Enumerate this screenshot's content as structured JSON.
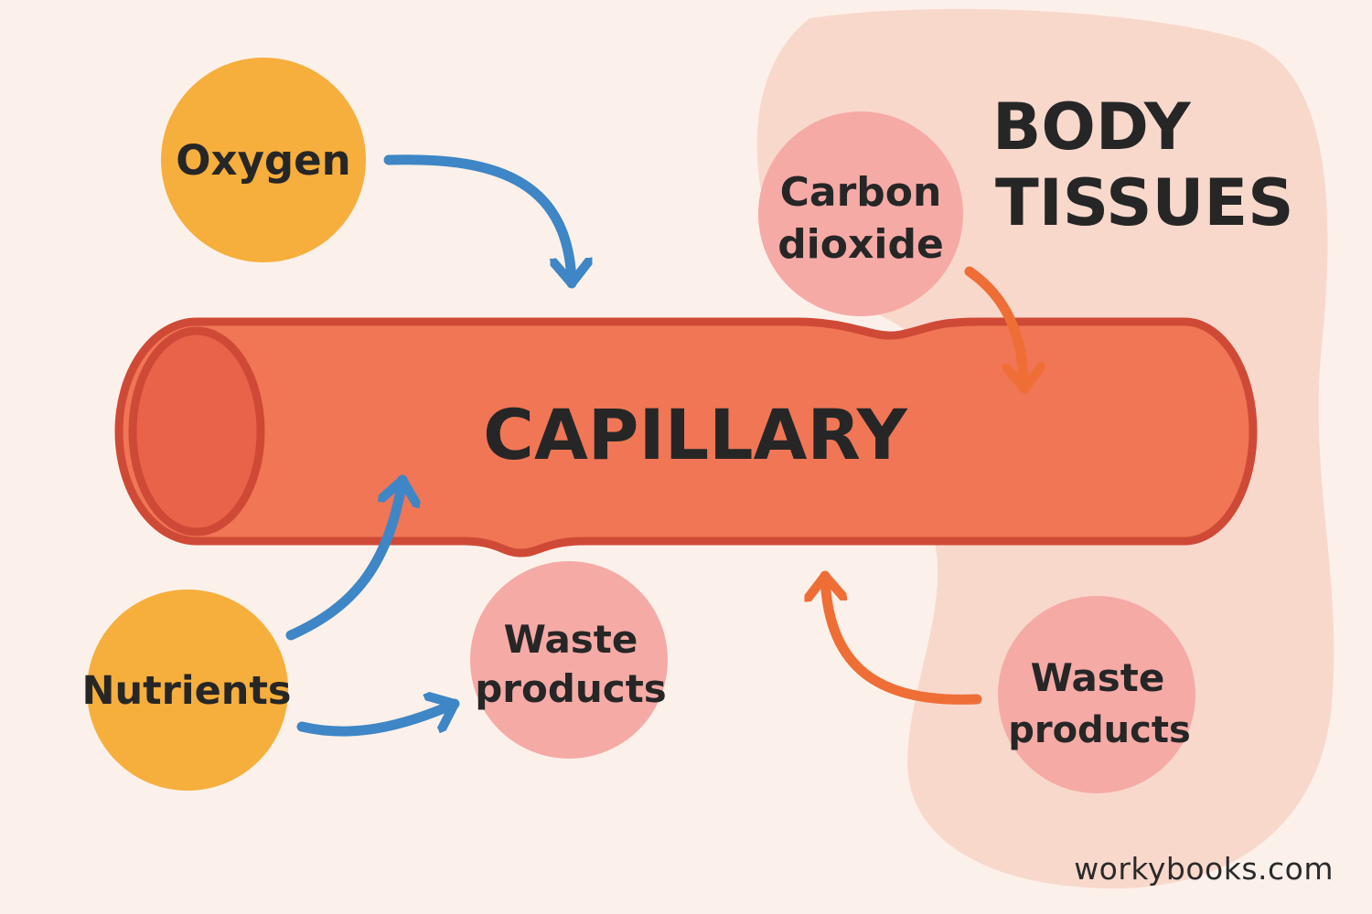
{
  "colors": {
    "background": "#fcf1ea",
    "tissue_region": "#f9d8cc",
    "capillary_fill": "#f07656",
    "capillary_outline": "#cf4a36",
    "capillary_end": "#e9634a",
    "nutrient_circle": "#f6ae3c",
    "waste_circle": "#f5aaa6",
    "blue_arrow": "#3e86c6",
    "orange_arrow": "#ee6e36",
    "text": "#262626"
  },
  "capillary": {
    "label": "CAPILLARY"
  },
  "tissues": {
    "title_line1": "BODY",
    "title_line2": "TISSUES"
  },
  "nodes": {
    "oxygen": {
      "label": "Oxygen"
    },
    "nutrients": {
      "label": "Nutrients"
    },
    "carbon_dioxide": {
      "line1": "Carbon",
      "line2": "dioxide"
    },
    "waste_left": {
      "line1": "Waste",
      "line2": "products"
    },
    "waste_right": {
      "line1": "Waste",
      "line2": "products"
    }
  },
  "arrows": [
    {
      "from": "oxygen",
      "to": "capillary",
      "color": "blue"
    },
    {
      "from": "nutrients",
      "to": "capillary",
      "color": "blue"
    },
    {
      "from": "nutrients",
      "to": "waste_left",
      "color": "blue"
    },
    {
      "from": "carbon_dioxide",
      "to": "capillary",
      "color": "orange"
    },
    {
      "from": "waste_right",
      "to": "capillary",
      "color": "orange"
    }
  ],
  "footer": {
    "source": "workybooks.com"
  }
}
